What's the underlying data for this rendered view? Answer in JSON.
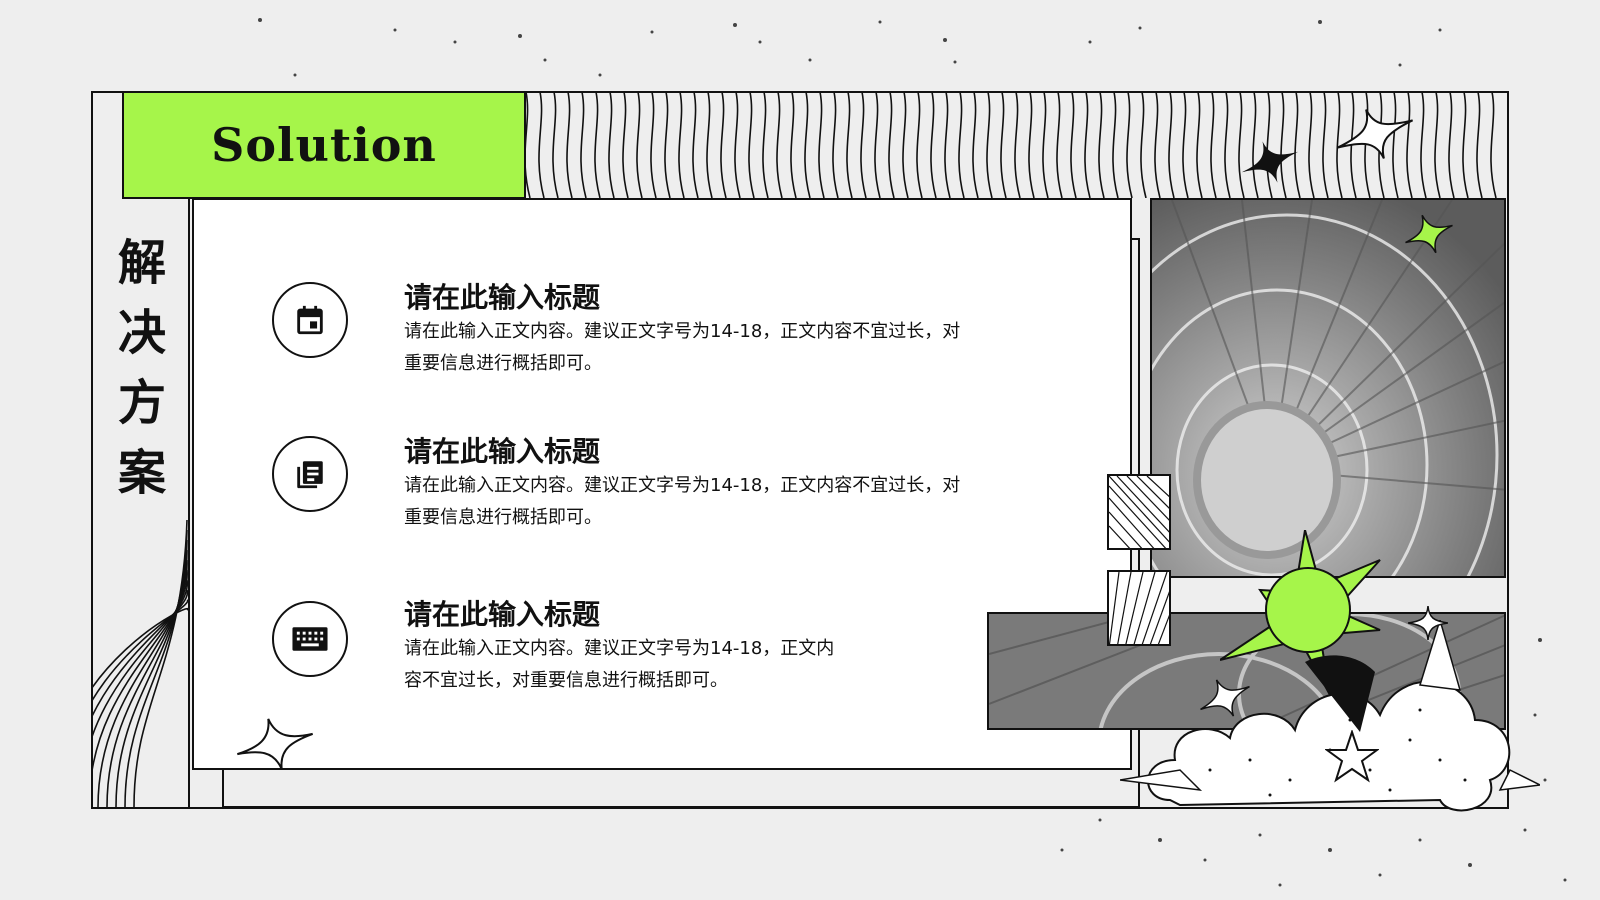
{
  "colors": {
    "accent": "#a6f54a",
    "ink": "#111111",
    "background": "#eeeeee"
  },
  "banner": {
    "text": "Solution"
  },
  "vertical_title": {
    "chars": [
      "解",
      "决",
      "方",
      "案"
    ]
  },
  "items": [
    {
      "icon": "calendar-icon",
      "title": "请在此输入标题",
      "body_lines": [
        "请在此输入正文内容。建议正文字号为14-18，正文内容不宜过长，对",
        "重要信息进行概括即可。"
      ]
    },
    {
      "icon": "document-list-icon",
      "title": "请在此输入标题",
      "body_lines": [
        "请在此输入正文内容。建议正文字号为14-18，正文内容不宜过长，对",
        "重要信息进行概括即可。"
      ]
    },
    {
      "icon": "keyboard-icon",
      "title": "请在此输入标题",
      "body_lines": [
        "请在此输入正文内容。建议正文字号为14-18，正文内",
        "容不宜过长，对重要信息进行概括即可。"
      ]
    }
  ]
}
